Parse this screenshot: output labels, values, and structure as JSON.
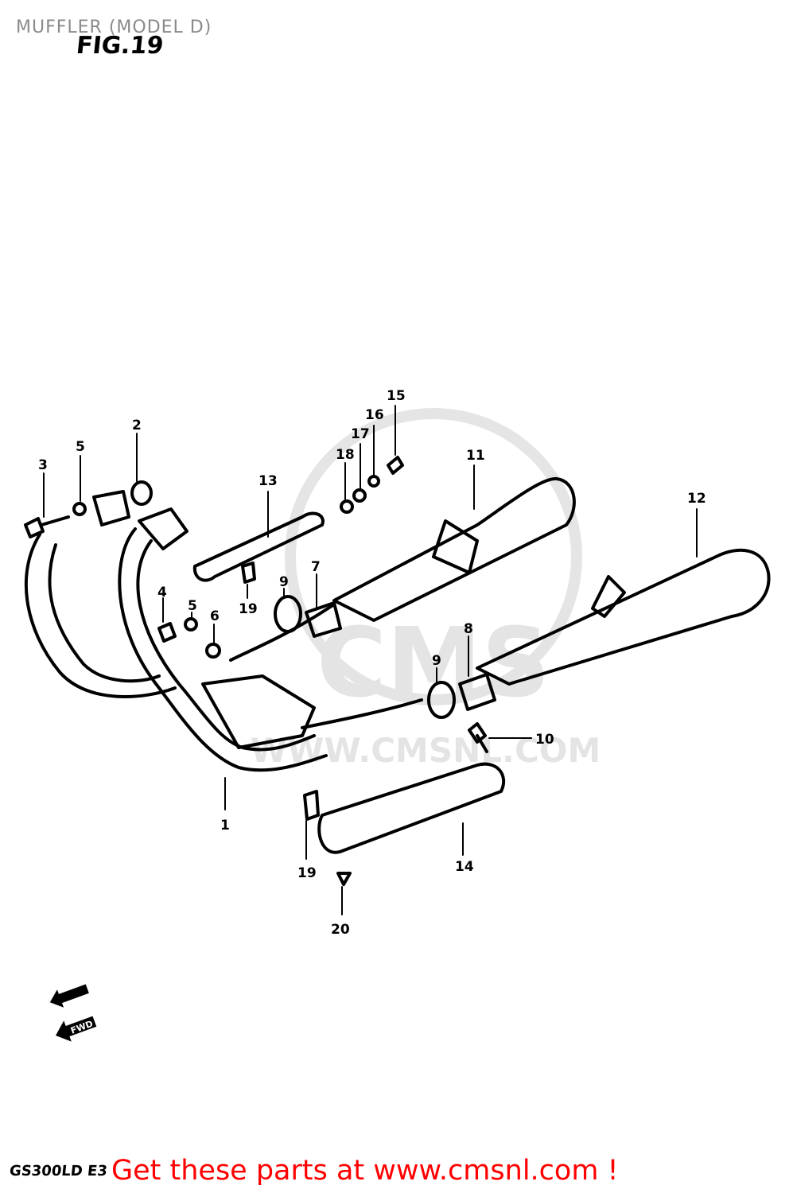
{
  "header": {
    "title": "MUFFLER (MODEL D)",
    "figure": "FIG.19"
  },
  "watermark": {
    "brand": "CMS",
    "url": "WWW.CMSNL.COM"
  },
  "forward_arrow_label": "FWD",
  "callouts": [
    "1",
    "2",
    "3",
    "4",
    "5",
    "5",
    "6",
    "7",
    "8",
    "9",
    "9",
    "10",
    "11",
    "12",
    "13",
    "14",
    "15",
    "16",
    "17",
    "18",
    "19",
    "19",
    "20"
  ],
  "footer": {
    "model_code": "GS300LD E3",
    "promo": "Get these parts at www.cmsnl.com !",
    "promo_color": "#ff0000"
  }
}
